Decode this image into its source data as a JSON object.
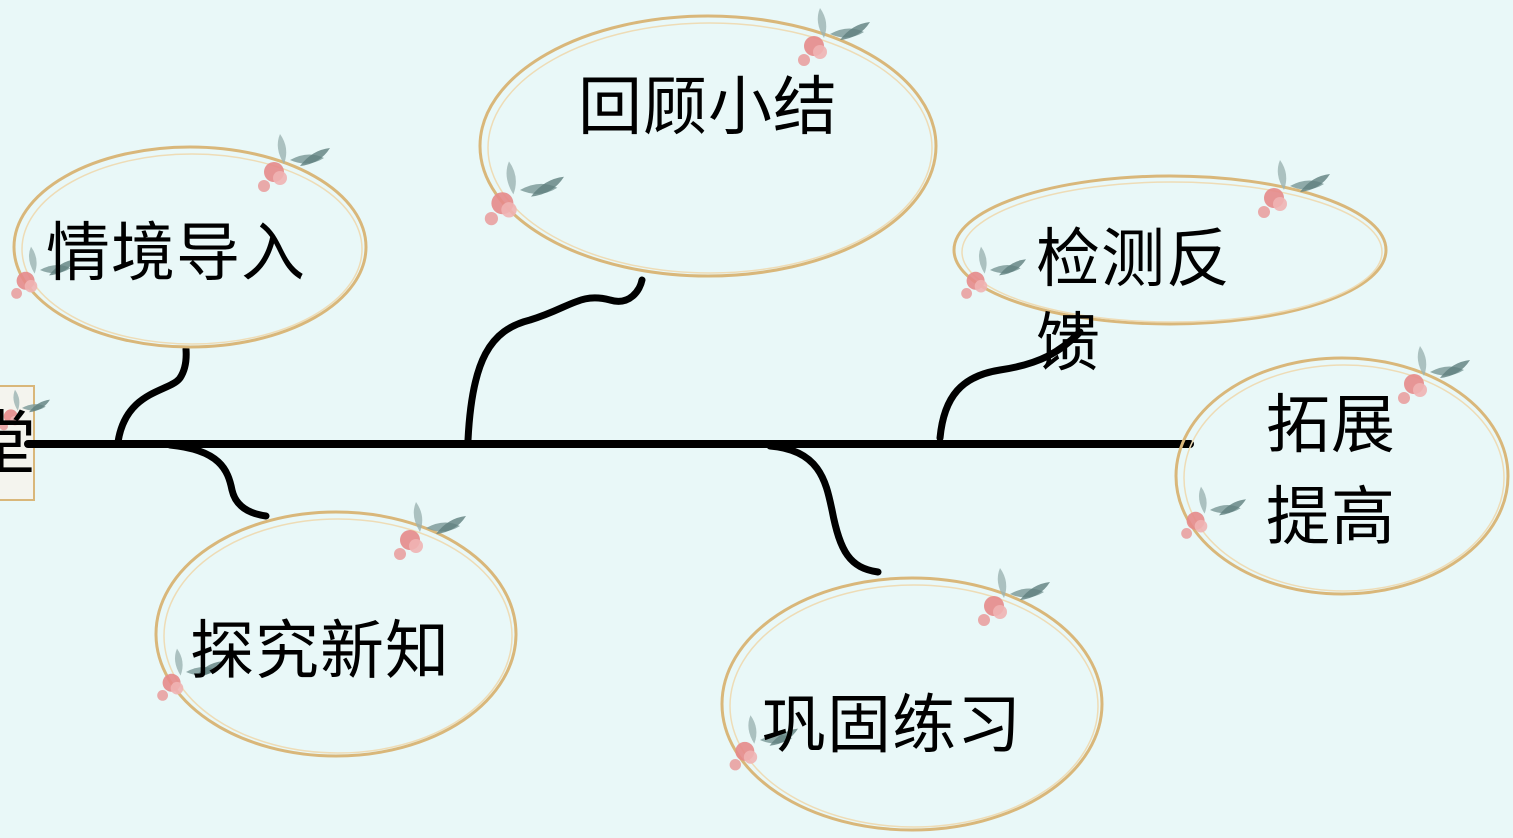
{
  "diagram": {
    "type": "fishbone-timeline",
    "nodes": [
      {
        "id": "intro",
        "text": "情境导入"
      },
      {
        "id": "explore",
        "text": "探究新知"
      },
      {
        "id": "review",
        "text": "回顾小结"
      },
      {
        "id": "practice",
        "text": "巩固练习"
      },
      {
        "id": "feedback",
        "text": "检测反馈"
      },
      {
        "id": "extend",
        "text": "拓展提高"
      }
    ],
    "left_partial_label": "堂",
    "colors": {
      "background": "#e9f8f8",
      "line": "#000000",
      "frame": "#d9b77a",
      "flower": "#e68a8a",
      "leaf": "#6f8d8c"
    }
  }
}
